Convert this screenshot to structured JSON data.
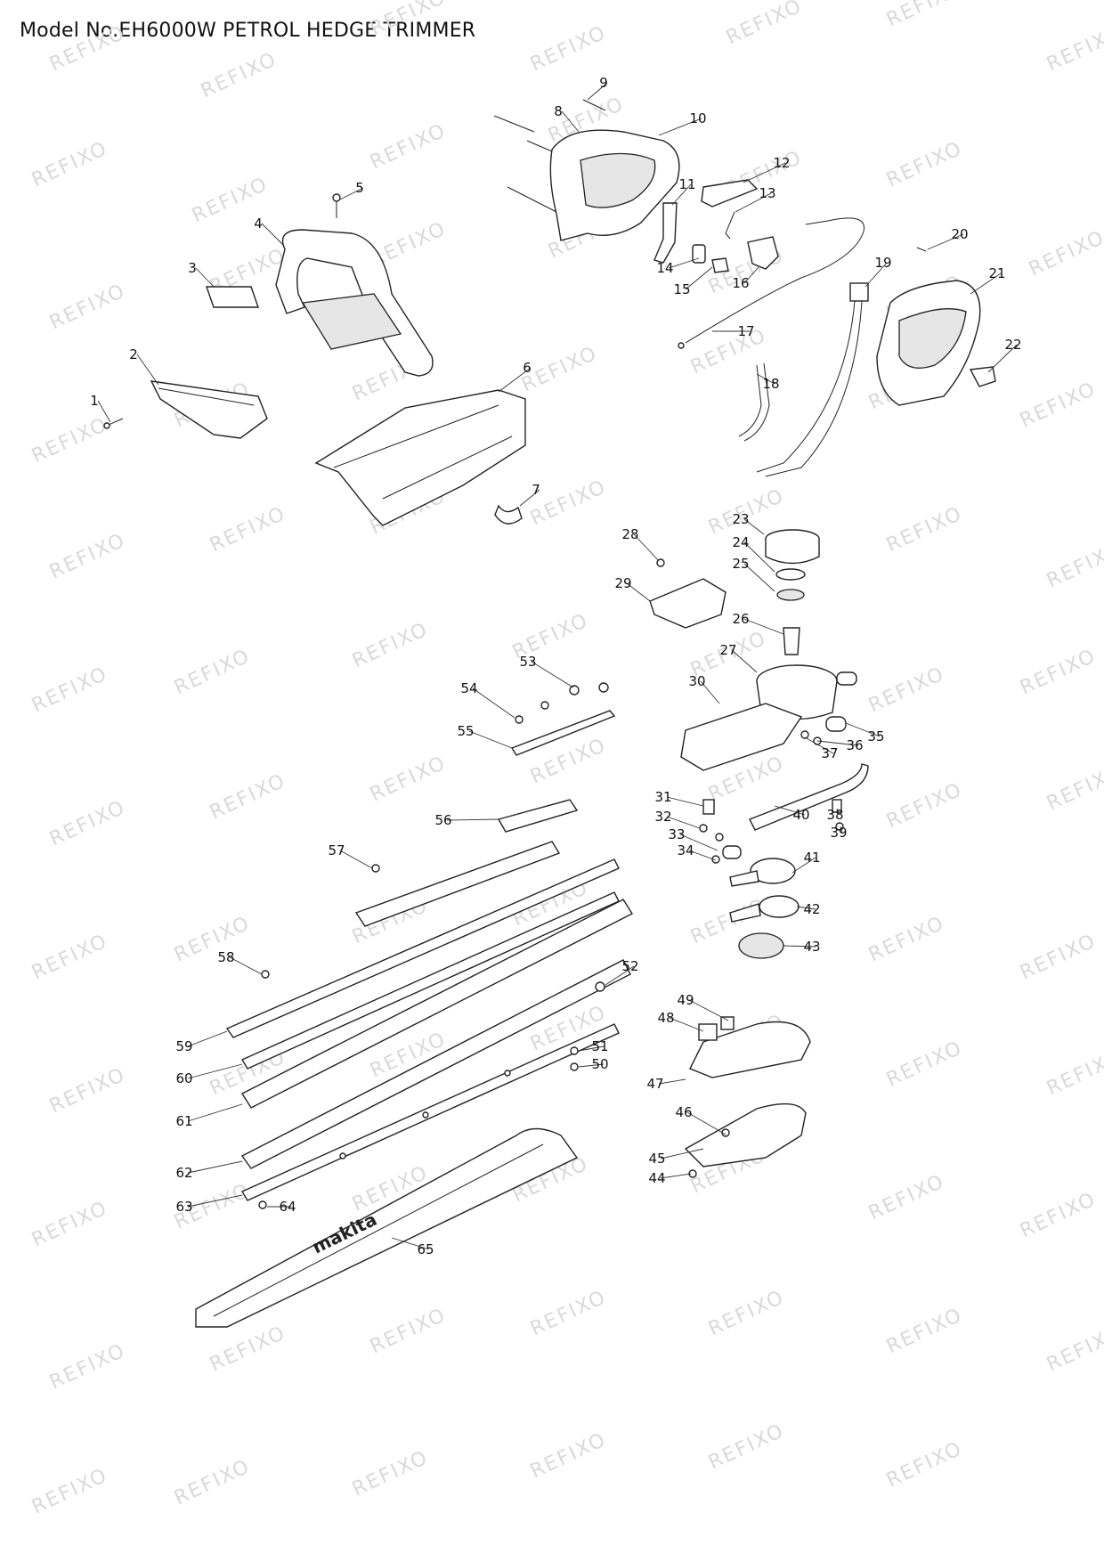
{
  "title": "Model No.EH6000W PETROL HEDGE TRIMMER",
  "watermark": "REFIXO",
  "brand_logo": "makita",
  "callouts": [
    "1",
    "2",
    "3",
    "4",
    "5",
    "6",
    "7",
    "8",
    "9",
    "10",
    "11",
    "12",
    "13",
    "14",
    "15",
    "16",
    "17",
    "18",
    "19",
    "20",
    "21",
    "22",
    "23",
    "24",
    "25",
    "26",
    "27",
    "28",
    "29",
    "30",
    "31",
    "32",
    "33",
    "34",
    "35",
    "36",
    "37",
    "38",
    "39",
    "40",
    "41",
    "42",
    "43",
    "44",
    "45",
    "46",
    "47",
    "48",
    "49",
    "50",
    "51",
    "52",
    "53",
    "54",
    "55",
    "56",
    "57",
    "58",
    "59",
    "60",
    "61",
    "62",
    "63",
    "64",
    "65"
  ]
}
